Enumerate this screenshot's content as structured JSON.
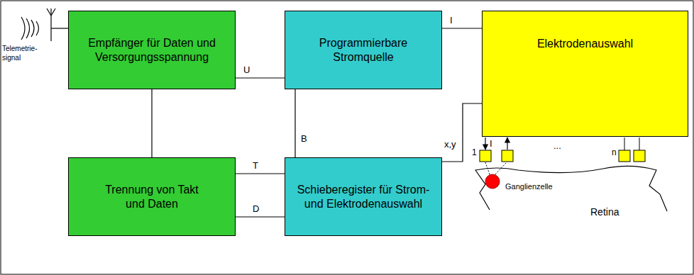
{
  "diagram": {
    "nodes": [
      {
        "text": [
          "Empfänger für Daten und Versorgungsspannung"
        ]
      },
      {
        "text": [
          "Programmierbare Stromquelle"
        ]
      },
      {
        "text": [
          "Elektrodenauswahl"
        ]
      },
      {
        "text": [
          "Trennung von Takt und Daten"
        ]
      },
      {
        "text": [
          "Schieberegister für Strom- und Elektrodenauswahl"
        ]
      }
    ],
    "edges": [
      {
        "from": 0,
        "to": 1,
        "label": "U",
        "arrow": "none"
      },
      {
        "from": 0,
        "to": 3,
        "arrow": "none"
      },
      {
        "from": 1,
        "to": 2,
        "label": "I",
        "arrow": "none"
      },
      {
        "from": 1,
        "to": 4,
        "label": "B",
        "arrow": "none"
      },
      {
        "from": 3,
        "to": 4,
        "label": "T",
        "arrow": "none"
      },
      {
        "from": 3,
        "to": 4,
        "label": "D",
        "arrow": "none"
      },
      {
        "from": 4,
        "to": 2,
        "label": "x,y",
        "arrow": "none"
      }
    ],
    "labels": [
      "Telemetrie- signal",
      "I",
      "1",
      "...",
      "n",
      "Ganglienzelle",
      "Retina"
    ]
  }
}
